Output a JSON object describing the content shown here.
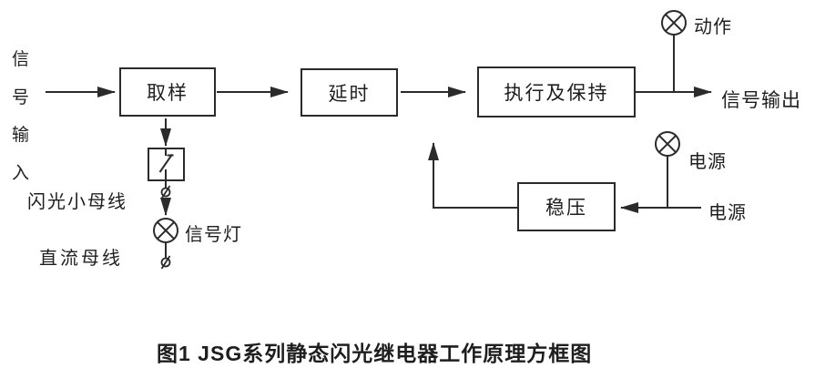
{
  "diagram": {
    "caption": "图1  JSG系列静态闪光继电器工作原理方框图",
    "signal_input": {
      "text": "信号输入",
      "chars": [
        "信",
        "号",
        "输",
        "入"
      ]
    },
    "blocks": {
      "sampling": "取样",
      "delay": "延时",
      "execute_hold": "执行及保持",
      "regulator": "稳压"
    },
    "labels": {
      "action_lamp": "动作",
      "signal_output": "信号输出",
      "power_lamp": "电源",
      "power_source": "电源",
      "signal_lamp": "信号灯",
      "flash_busbar": "闪光小母线",
      "dc_busbar": "直流母线"
    },
    "icons": {
      "lamp": "circle-x-lamp-icon",
      "terminal": "slashed-terminal-icon",
      "contact": "contact-switch-icon"
    },
    "colors": {
      "line": "#2b2b2b",
      "text": "#1e1e1e",
      "background": "#ffffff"
    }
  }
}
